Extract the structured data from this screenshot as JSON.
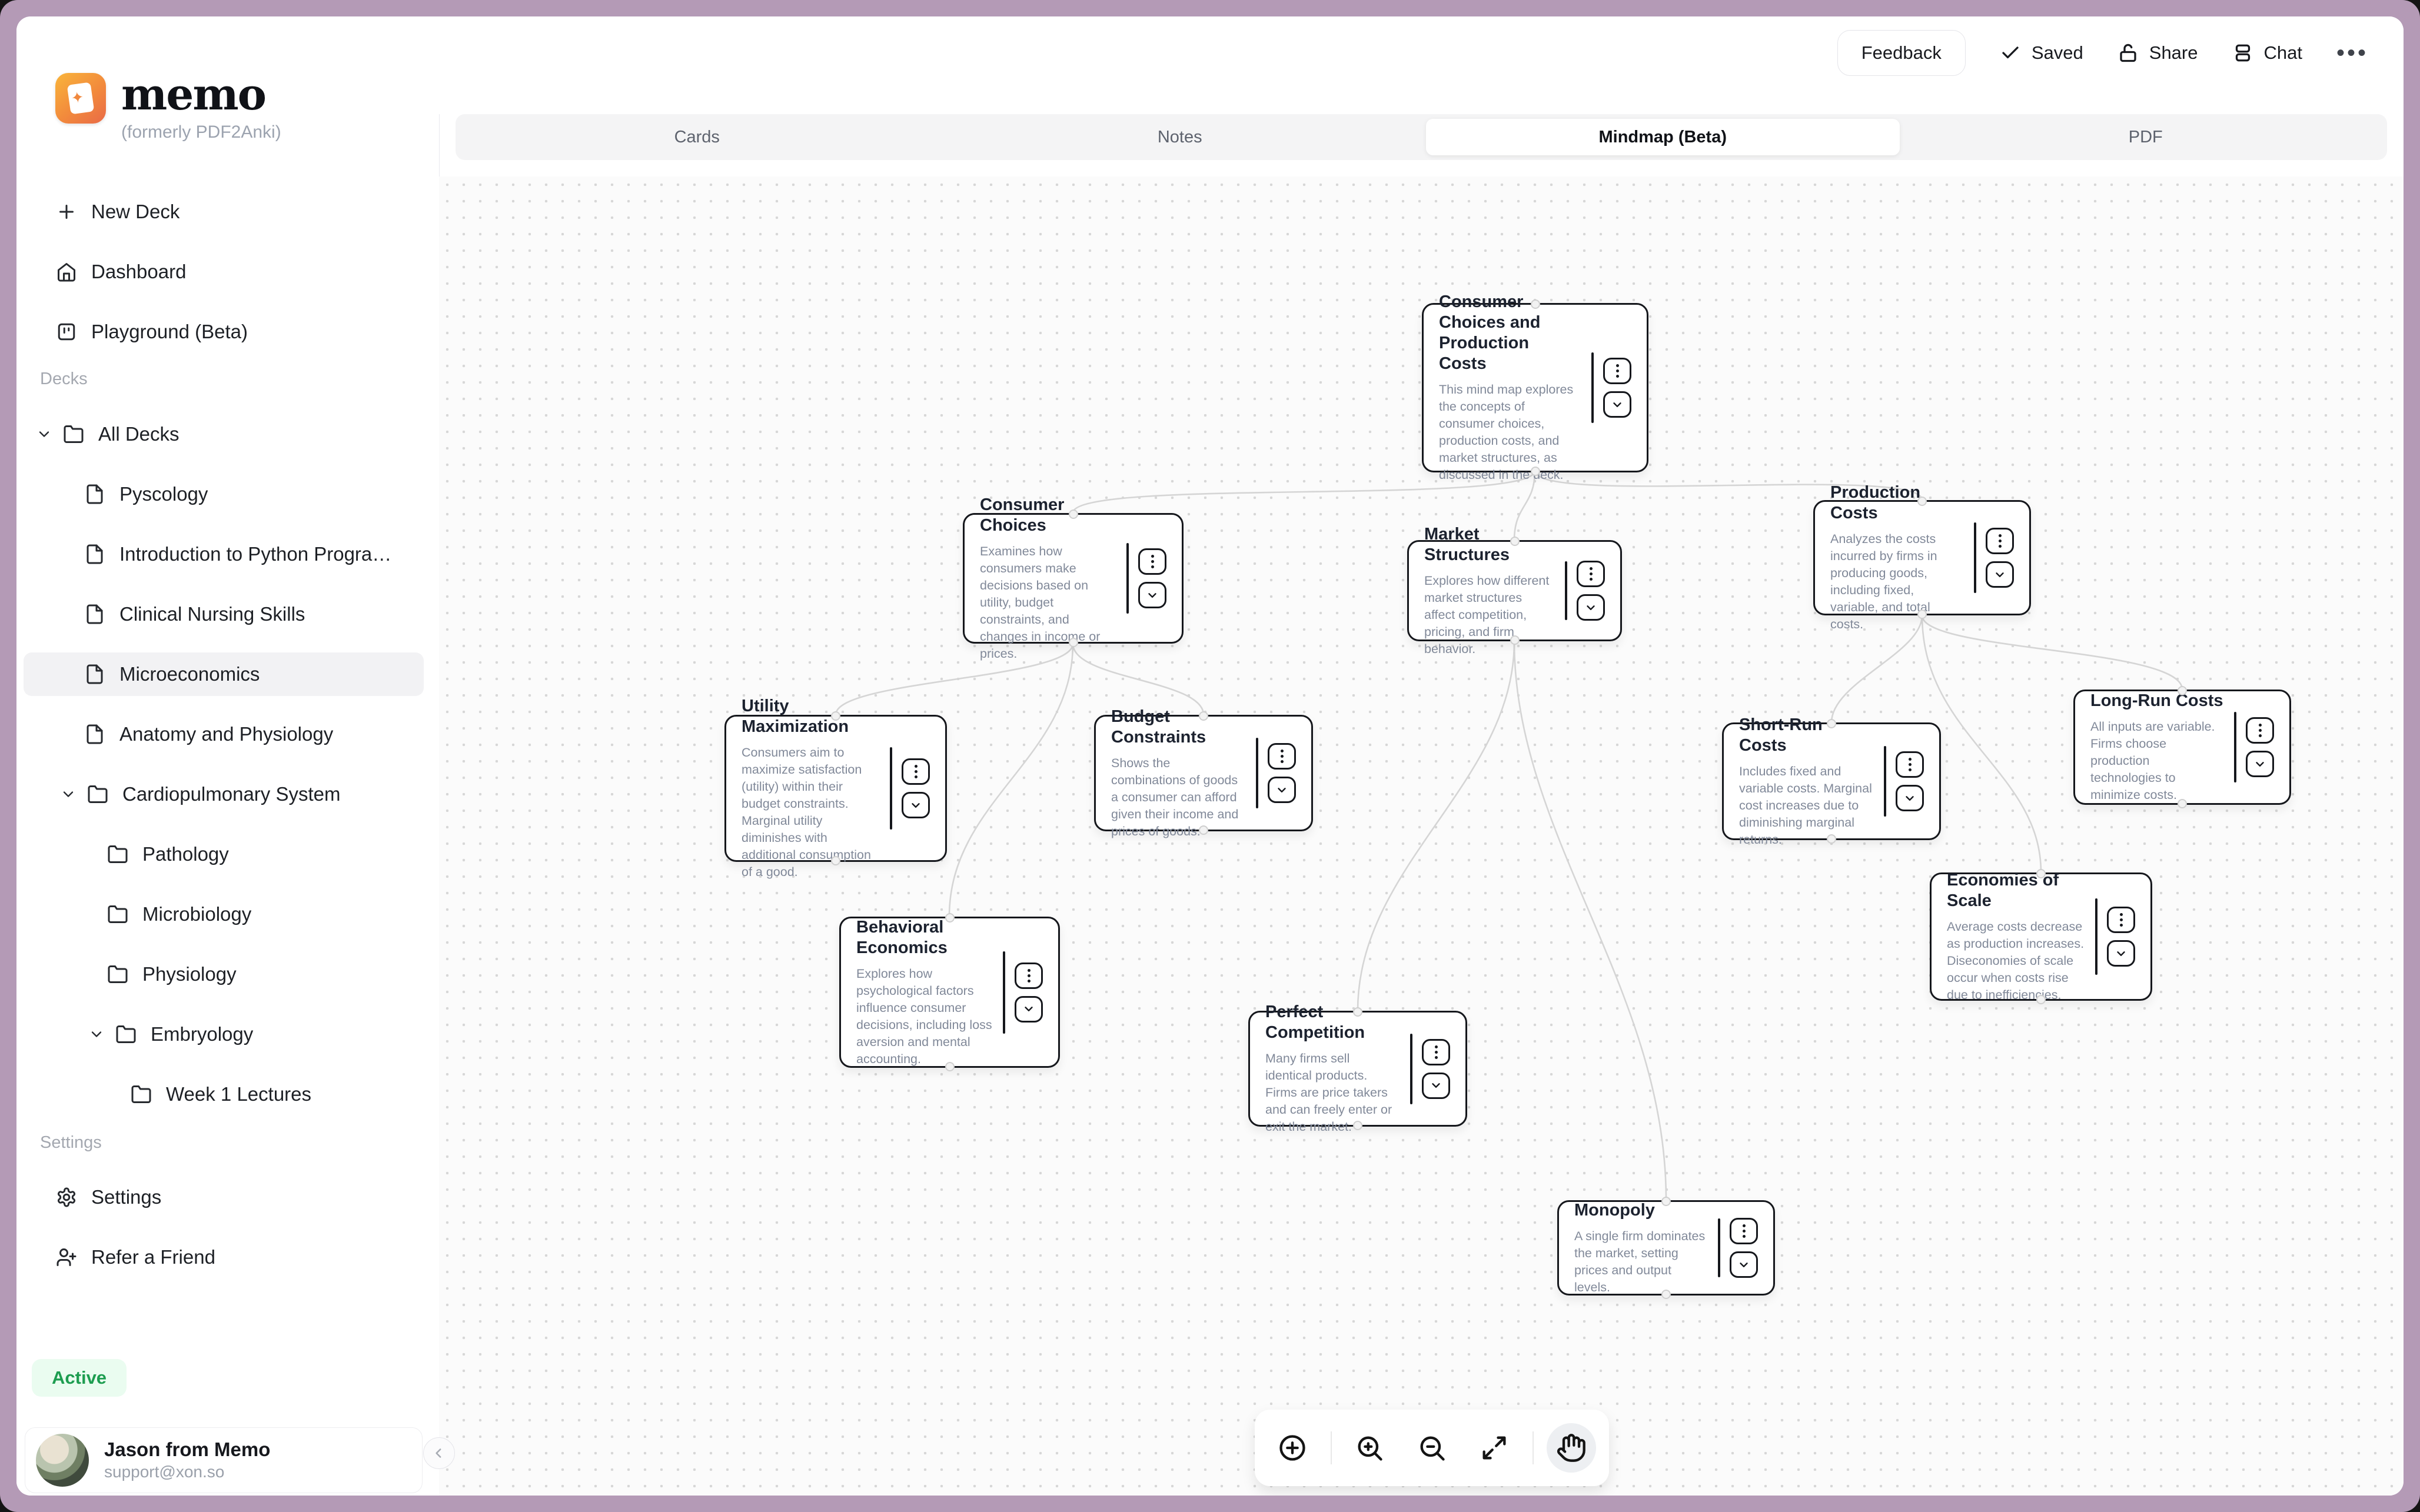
{
  "app": {
    "name": "memo",
    "subtitle": "(formerly PDF2Anki)",
    "logo_icon": "orange-cards-icon"
  },
  "topbar": {
    "feedback_label": "Feedback",
    "saved_label": "Saved",
    "saved_icon": "check-icon",
    "share_label": "Share",
    "share_icon": "unlock-icon",
    "chat_label": "Chat",
    "chat_icon": "chat-panels-icon",
    "more_label": "•••"
  },
  "tabs": {
    "cards": "Cards",
    "notes": "Notes",
    "mindmap": "Mindmap (Beta)",
    "pdf": "PDF",
    "active": "Mindmap (Beta)"
  },
  "sidebar": {
    "nav": [
      {
        "label": "New Deck",
        "icon": "plus-icon"
      },
      {
        "label": "Dashboard",
        "icon": "home-icon"
      },
      {
        "label": "Playground (Beta)",
        "icon": "playground-icon"
      }
    ],
    "decks_header": "Decks",
    "tree": [
      {
        "label": "All Decks",
        "icon": "folder-icon",
        "expanded": true
      },
      {
        "label": "Pyscology",
        "icon": "file-icon"
      },
      {
        "label": "Introduction to Python Progra…",
        "icon": "file-icon"
      },
      {
        "label": "Clinical Nursing Skills",
        "icon": "file-icon"
      },
      {
        "label": "Microeconomics",
        "icon": "file-icon",
        "selected": true
      },
      {
        "label": "Anatomy and Physiology",
        "icon": "file-icon"
      },
      {
        "label": "Cardiopulmonary System",
        "icon": "folder-icon",
        "expanded": true
      },
      {
        "label": "Pathology",
        "icon": "folder-icon"
      },
      {
        "label": "Microbiology",
        "icon": "folder-icon"
      },
      {
        "label": "Physiology",
        "icon": "folder-icon"
      },
      {
        "label": "Embryology",
        "icon": "folder-icon",
        "expanded": true
      },
      {
        "label": "Week 1 Lectures",
        "icon": "folder-icon"
      }
    ],
    "settings_header": "Settings",
    "settings": [
      {
        "label": "Settings",
        "icon": "gear-icon"
      },
      {
        "label": "Refer a Friend",
        "icon": "user-plus-icon"
      }
    ],
    "status_badge": "Active",
    "user": {
      "name": "Jason from Memo",
      "email": "support@xon.so"
    }
  },
  "mindmap": {
    "nodes": [
      {
        "title": "Consumer Choices and Production Costs",
        "description": "This mind map explores the concepts of consumer choices, production costs, and market structures, as discussed in the deck."
      },
      {
        "title": "Consumer Choices",
        "description": "Examines how consumers make decisions based on utility, budget constraints, and changes in income or prices."
      },
      {
        "title": "Market Structures",
        "description": "Explores how different market structures affect competition, pricing, and firm behavior."
      },
      {
        "title": "Production Costs",
        "description": "Analyzes the costs incurred by firms in producing goods, including fixed, variable, and total costs."
      },
      {
        "title": "Utility Maximization",
        "description": "Consumers aim to maximize satisfaction (utility) within their budget constraints. Marginal utility diminishes with additional consumption of a good."
      },
      {
        "title": "Budget Constraints",
        "description": "Shows the combinations of goods a consumer can afford given their income and prices of goods."
      },
      {
        "title": "Behavioral Economics",
        "description": "Explores how psychological factors influence consumer decisions, including loss aversion and mental accounting."
      },
      {
        "title": "Perfect Competition",
        "description": "Many firms sell identical products. Firms are price takers and can freely enter or exit the market."
      },
      {
        "title": "Monopoly",
        "description": "A single firm dominates the market, setting prices and output levels."
      },
      {
        "title": "Short-Run Costs",
        "description": "Includes fixed and variable costs. Marginal cost increases due to diminishing marginal returns."
      },
      {
        "title": "Long-Run Costs",
        "description": "All inputs are variable. Firms choose production technologies to minimize costs."
      },
      {
        "title": "Economies of Scale",
        "description": "Average costs decrease as production increases. Diseconomies of scale occur when costs rise due to inefficiencies."
      }
    ],
    "toolbar_icons": [
      "plus-circle-icon",
      "zoom-in-icon",
      "zoom-out-icon",
      "expand-icon",
      "hand-icon"
    ]
  }
}
